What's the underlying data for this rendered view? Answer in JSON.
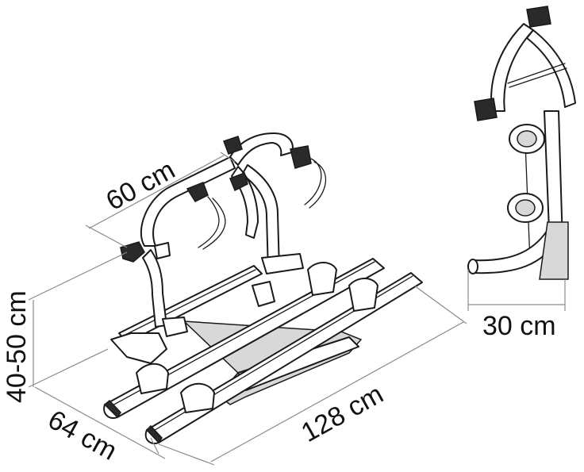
{
  "dimensions": {
    "width_top": "60 cm",
    "height": "40-50 cm",
    "depth": "64 cm",
    "length": "128 cm",
    "side_depth": "30 cm"
  },
  "colors": {
    "line": "#1a1a1a",
    "dimension_line": "#8a8a8a",
    "background": "#ffffff"
  }
}
